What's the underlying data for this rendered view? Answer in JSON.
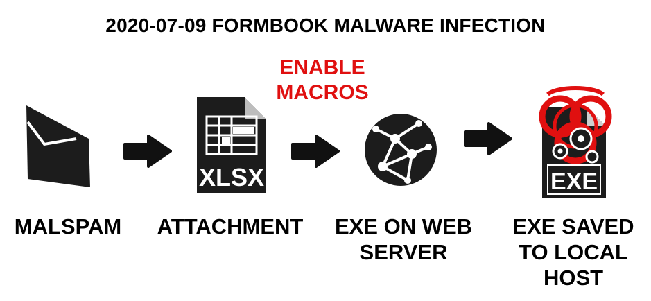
{
  "title": "2020-07-09 FORMBOOK MALWARE INFECTION",
  "annotation": {
    "lines": [
      "ENABLE",
      "MACROS"
    ],
    "color": "#e01010"
  },
  "steps": [
    {
      "icon": "envelope-icon",
      "lines": [
        "MALSPAM"
      ]
    },
    {
      "icon": "xlsx-file-icon",
      "file_label": "XLSX",
      "lines": [
        "ATTACHMENT"
      ]
    },
    {
      "icon": "globe-network-icon",
      "lines": [
        "EXE ON WEB",
        "SERVER"
      ]
    },
    {
      "icon": "exe-file-biohazard-icon",
      "file_label": "EXE",
      "lines": [
        "EXE SAVED",
        "TO LOCAL",
        "HOST"
      ]
    }
  ],
  "arrows": [
    "arrow-right-icon",
    "arrow-right-icon",
    "arrow-right-icon"
  ],
  "colors": {
    "text": "#000000",
    "accent": "#e01010",
    "icon": "#1c1c1c"
  }
}
